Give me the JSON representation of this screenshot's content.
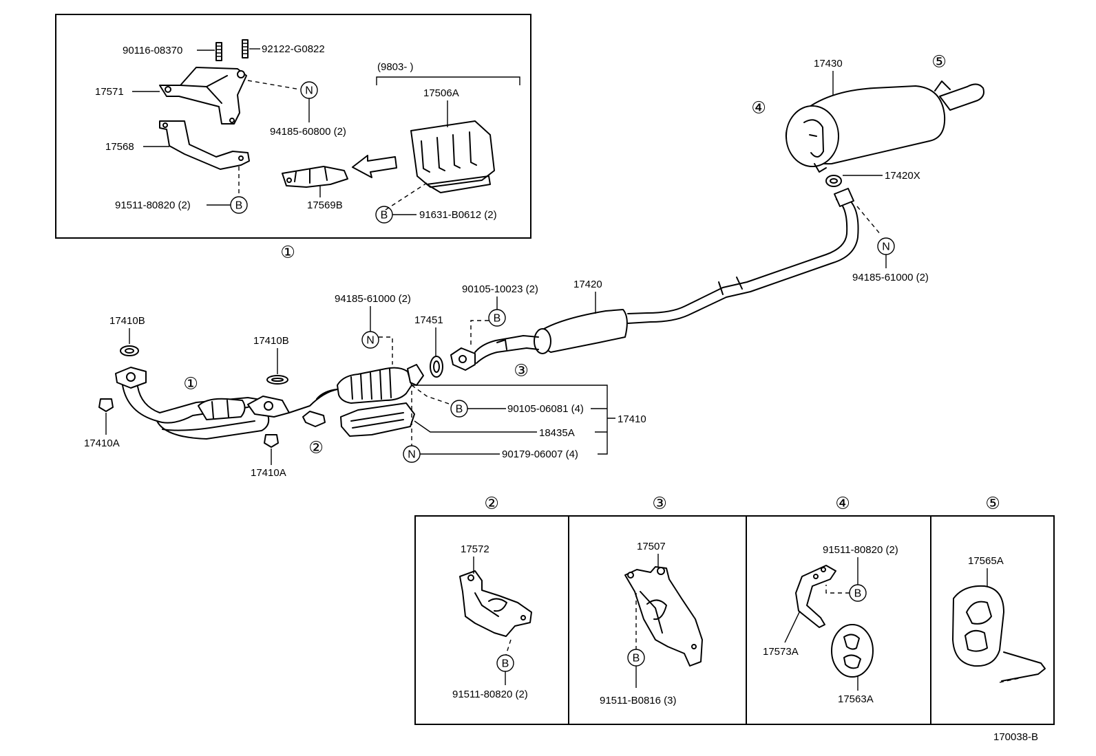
{
  "diagram_id": "170038-B",
  "callouts": {
    "one": "①",
    "two": "②",
    "three": "③",
    "four": "④",
    "five": "⑤",
    "b": "B",
    "n": "N"
  },
  "labels": {
    "p90116_08370": "90116-08370",
    "p92122_g0822": "92122-G0822",
    "p17571": "17571",
    "p94185_60800": "94185-60800 (2)",
    "p9803": "(9803-       )",
    "p17506a": "17506A",
    "p17568": "17568",
    "p91511_80820_top": "91511-80820 (2)",
    "p17569b": "17569B",
    "p91631_b0612": "91631-B0612 (2)",
    "p17430": "17430",
    "p17420x": "17420X",
    "p94185_61000_right": "94185-61000 (2)",
    "p17420": "17420",
    "p90105_10023": "90105-10023 (2)",
    "p94185_61000_mid": "94185-61000 (2)",
    "p17451": "17451",
    "p17410b_left": "17410B",
    "p17410b_mid": "17410B",
    "p17410a_left": "17410A",
    "p17410a_mid": "17410A",
    "p90105_06081": "90105-06081 (4)",
    "p17410": "17410",
    "p18435a": "18435A",
    "p90179_06007": "90179-06007 (4)",
    "p17572": "17572",
    "p91511_80820_b2": "91511-80820 (2)",
    "p17507": "17507",
    "p91511_b0816": "91511-B0816 (3)",
    "p91511_80820_b4": "91511-80820 (2)",
    "p17573a": "17573A",
    "p17563a": "17563A",
    "p17565a": "17565A"
  }
}
